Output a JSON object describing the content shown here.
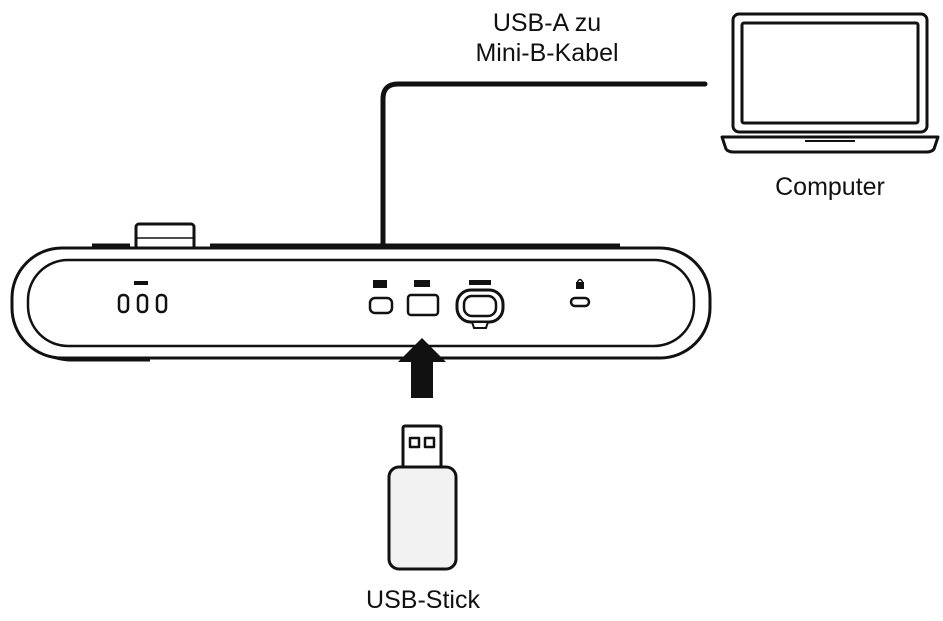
{
  "labels": {
    "cable_line1": "USB-A zu",
    "cable_line2": "Mini-B-Kabel",
    "computer": "Computer",
    "usb_stick": "USB-Stick"
  },
  "colors": {
    "stroke": "#111111",
    "fill_light": "#f2f2f2",
    "background": "#ffffff"
  },
  "icons": [
    "laptop-icon",
    "usb-stick-icon",
    "arrow-up-icon",
    "lock-icon",
    "usb-port-icon"
  ]
}
